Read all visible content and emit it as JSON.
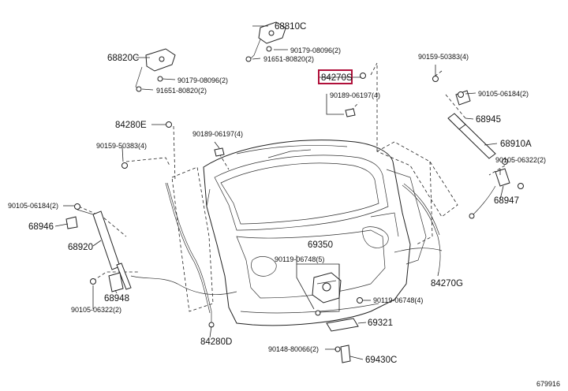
{
  "labels": {
    "p68810C": "68810C",
    "p90179_top": "90179-08096(2)",
    "p91651_top": "91651-80820(2)",
    "p68820C": "68820C",
    "p90179_left": "90179-08096(2)",
    "p91651_left": "91651-80820(2)",
    "p84270S": "84270S",
    "p90189_right": "90189-06197(4)",
    "p90159_right": "90159-50383(4)",
    "p90105_right": "90105-06184(2)",
    "p68945": "68945",
    "p68910A": "68910A",
    "p90105_right2": "90105-06322(2)",
    "p68947": "68947",
    "p84280E": "84280E",
    "p90189_left": "90189-06197(4)",
    "p90159_left": "90159-50383(4)",
    "p90105_left": "90105-06184(2)",
    "p68946": "68946",
    "p68920": "68920",
    "p68948": "68948",
    "p90105_left2": "90105-06322(2)",
    "p69350": "69350",
    "p90119_a": "90119-06748(5)",
    "p90119_b": "90119-06748(4)",
    "p84270G": "84270G",
    "p69321": "69321",
    "p84280D": "84280D",
    "p90148": "90148-80066(2)",
    "p69430C": "69430C",
    "figure_code": "679916"
  },
  "highlight": {
    "part": "84270S",
    "color": "#b0103a"
  }
}
